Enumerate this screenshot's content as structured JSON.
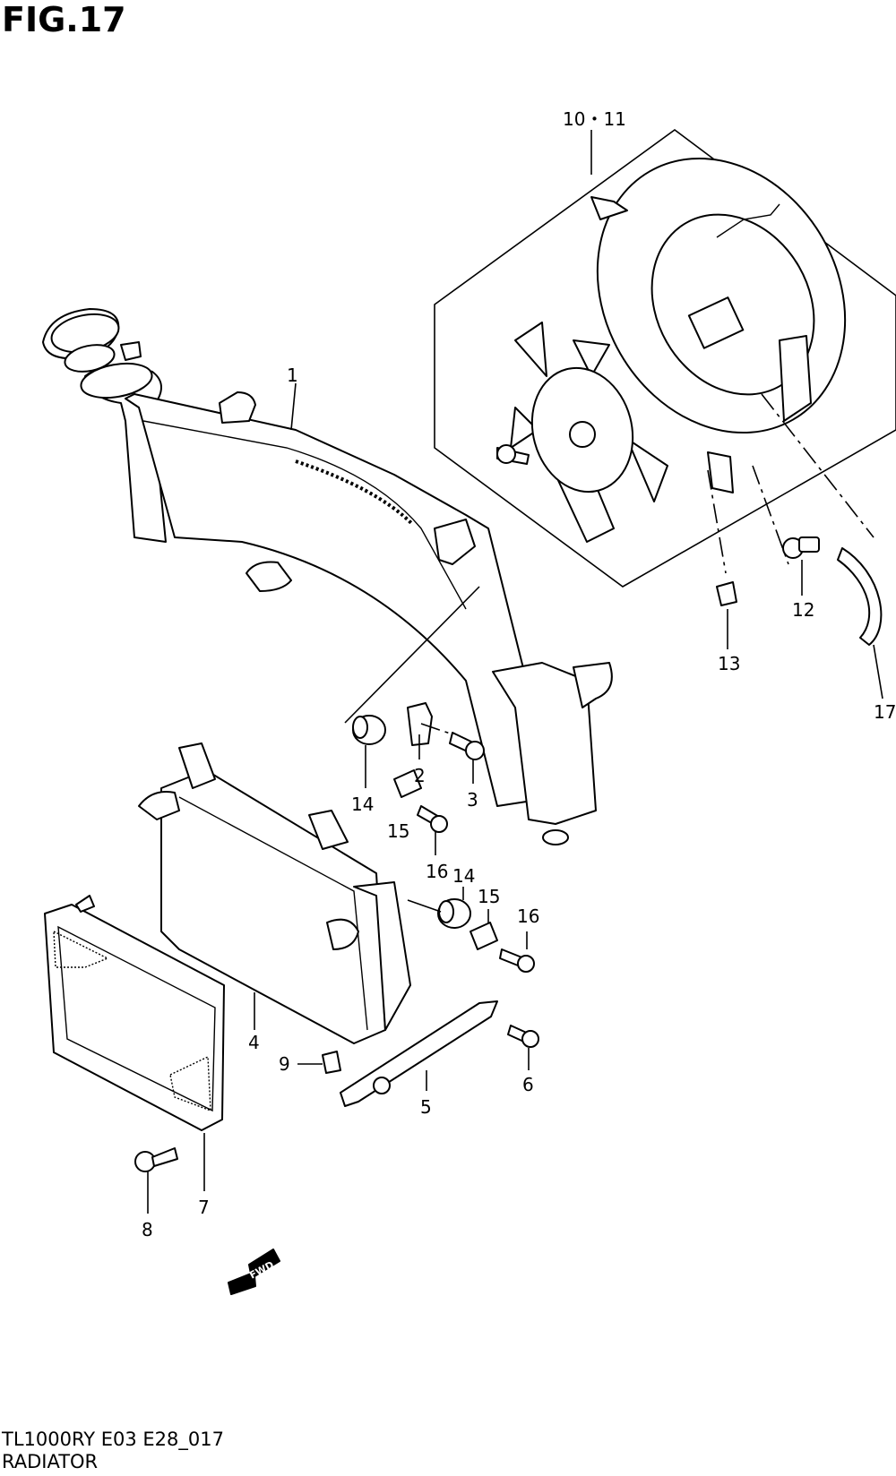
{
  "figure": {
    "title": "FIG.17",
    "model_code": "TL1000RY E03 E28_017",
    "name": "RADIATOR"
  },
  "callouts": [
    {
      "id": "c1",
      "label": "1"
    },
    {
      "id": "c2",
      "label": "2"
    },
    {
      "id": "c3",
      "label": "3"
    },
    {
      "id": "c4",
      "label": "4"
    },
    {
      "id": "c5",
      "label": "5"
    },
    {
      "id": "c6",
      "label": "6"
    },
    {
      "id": "c7",
      "label": "7"
    },
    {
      "id": "c8",
      "label": "8"
    },
    {
      "id": "c9",
      "label": "9"
    },
    {
      "id": "c10_11",
      "label": "10・11"
    },
    {
      "id": "c12",
      "label": "12"
    },
    {
      "id": "c13",
      "label": "13"
    },
    {
      "id": "c14a",
      "label": "14"
    },
    {
      "id": "c14b",
      "label": "14"
    },
    {
      "id": "c15a",
      "label": "15"
    },
    {
      "id": "c15b",
      "label": "15"
    },
    {
      "id": "c16a",
      "label": "16"
    },
    {
      "id": "c16b",
      "label": "16"
    },
    {
      "id": "c17",
      "label": "17"
    }
  ],
  "direction_marker": "FWD"
}
